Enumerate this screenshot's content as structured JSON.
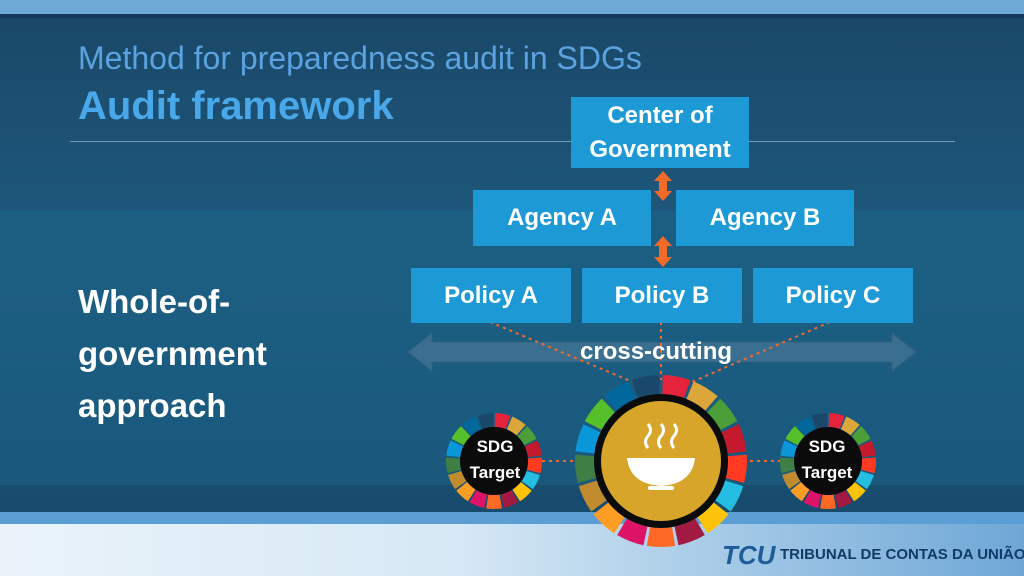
{
  "header": {
    "subtitle": "Method for preparedness audit in SDGs",
    "title": "Audit framework"
  },
  "side_label": "Whole-of-government approach",
  "diagram": {
    "center": "Center of Government",
    "agencies": [
      "Agency A",
      "Agency B"
    ],
    "policies": [
      "Policy A",
      "Policy B",
      "Policy C"
    ],
    "cross_label": "cross-cutting",
    "sdg_target_label": "SDG Target",
    "goal_icon": "bowl-icon"
  },
  "footer": {
    "logo": "TCU",
    "org_name": "TRIBUNAL DE CONTAS DA UNIÃO"
  },
  "colors": {
    "box_blue": "#1d9ad6",
    "arrow_orange": "#f26a2a",
    "goal_gold": "#d7a52a",
    "title_blue": "#49a8ea"
  }
}
